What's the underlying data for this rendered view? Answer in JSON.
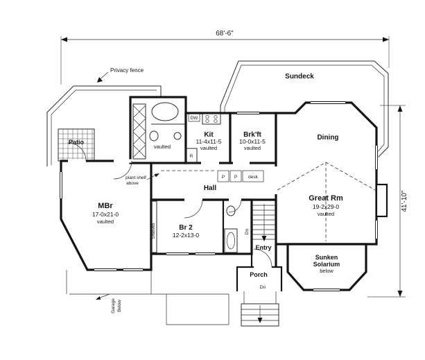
{
  "plan": {
    "dim_top": "68'-6\"",
    "dim_right": "41'-10\"",
    "privacy_fence": "Privacy fence",
    "sundeck": "Sundeck",
    "patio": "Patio",
    "plant_shelf_1": "plant shelf",
    "plant_shelf_2": "above",
    "bath_note": "vaulted",
    "kit": {
      "name": "Kit",
      "size": "11-4x11-5",
      "note": "vaulted"
    },
    "brkft": {
      "name": "Brk'ft",
      "size": "10-0x11-5",
      "note": "vaulted"
    },
    "dining": "Dining",
    "hall": "Hall",
    "pantry_left": "P",
    "pantry_right": "P",
    "desk": "desk",
    "dw": "DW",
    "fridge": "R",
    "mbr": {
      "name": "MBr",
      "size": "17-0x21-0",
      "note": "vaulted"
    },
    "great": {
      "name": "Great Rm",
      "size": "19-2x29-0",
      "note": "vaulted"
    },
    "shelves": "Shelves",
    "br2": {
      "name": "Br 2",
      "size": "12-2x13-0"
    },
    "entry": "Entry",
    "dn_entry": "Dn",
    "porch": "Porch",
    "dn_porch": "Dn",
    "solarium": {
      "l1": "Sunken",
      "l2": "Solarium",
      "l3": "below"
    },
    "garage": {
      "l1": "Garage",
      "l2": "Below"
    }
  }
}
